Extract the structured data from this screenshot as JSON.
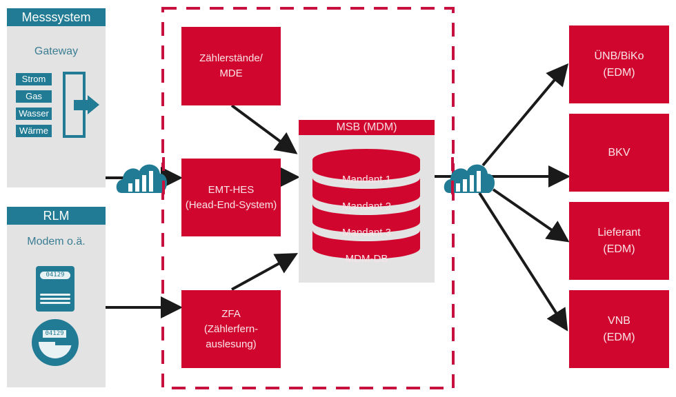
{
  "colors": {
    "teal": "#217b94",
    "red": "#d1062f",
    "panel_gray": "#e3e3e3",
    "arrow": "#1a1a1a"
  },
  "messsystem": {
    "title": "Messsystem",
    "subtitle": "Gateway",
    "media": [
      "Strom",
      "Gas",
      "Wasser",
      "Wärme"
    ]
  },
  "rlm": {
    "title": "RLM",
    "subtitle": "Modem o.ä.",
    "meter_reading_1": "04129",
    "meter_reading_2": "04129"
  },
  "inner": {
    "zaehlerstaende": "Zählerstände/\nMDE",
    "emt_hes": "EMT-HES\n(Head-End-System)",
    "zfa": "ZFA\n(Zählerfern-\nauslesung)"
  },
  "msb": {
    "title": "MSB (MDM)",
    "layers": [
      "Mandant 1",
      "Mandant 2",
      "Mandant 3",
      "MDM-DB"
    ]
  },
  "recipients": [
    {
      "label": "ÜNB/BiKo\n(EDM)"
    },
    {
      "label": "BKV"
    },
    {
      "label": "Lieferant\n(EDM)"
    },
    {
      "label": "VNB\n(EDM)"
    }
  ]
}
